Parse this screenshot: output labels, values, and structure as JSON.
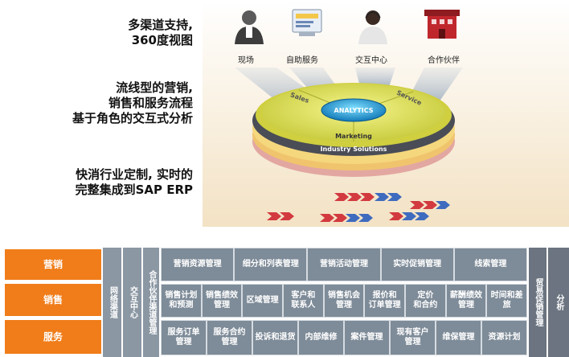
{
  "features": [
    {
      "lines": [
        "多渠道支持,",
        "360度视图"
      ]
    },
    {
      "lines": [
        "流线型的营销,",
        "销售和服务流程",
        "基于角色的交互式分析"
      ]
    },
    {
      "lines": [
        "快消行业定制, 实时的",
        "完整集成到SAP ERP"
      ]
    }
  ],
  "channels": [
    "现场",
    "自助服务",
    "交互中心",
    "合作伙伴"
  ],
  "disc": {
    "center": "ANALYTICS",
    "sectors": [
      "Sales",
      "Service",
      "Marketing"
    ],
    "ring": "Industry Solutions"
  },
  "colors": {
    "orange": "#f07d1a",
    "grey": "#8b97a3",
    "disc_yellow": "#e2e45a",
    "disc_dark": "#4a4d56"
  },
  "matrix": {
    "rows": [
      "营销",
      "销售",
      "服务"
    ],
    "vertical_left": [
      "网络渠道",
      "交互中心",
      "合作伙伴渠道管理"
    ],
    "marketing": [
      "营销资源管理",
      "细分和列表管理",
      "营销活动管理",
      "实时促销管理",
      "线索管理"
    ],
    "sales": [
      "销售计划\n和预测",
      "销售绩效\n管理",
      "区域管理",
      "客户和\n联系人",
      "销售机会\n管理",
      "报价和\n订单管理",
      "定价\n和合约",
      "薪酬绩效\n管理",
      "时间和差\n旅"
    ],
    "service": [
      "服务订单\n管理",
      "服务合约\n管理",
      "投诉和退货",
      "内部维修",
      "案件管理",
      "现有客户\n管理",
      "维保管理",
      "资源计划"
    ],
    "vertical_right": [
      "贸易促销管理",
      "分析"
    ]
  }
}
